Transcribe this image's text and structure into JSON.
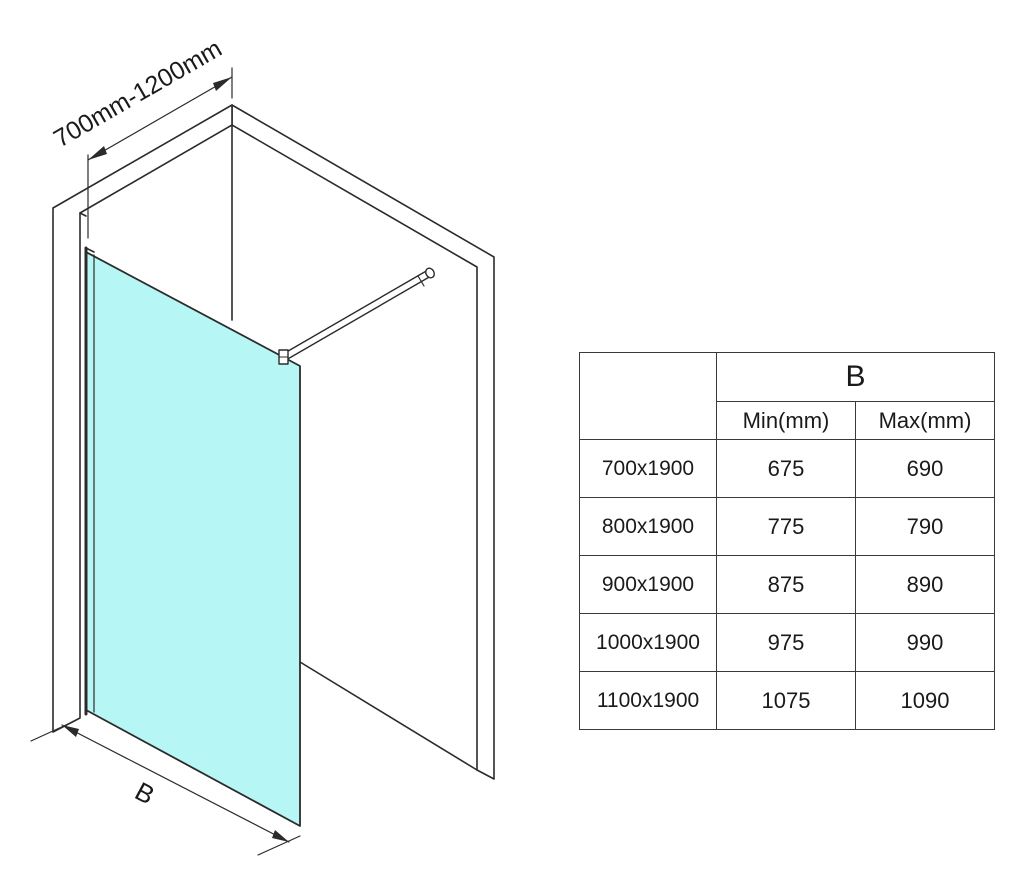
{
  "diagram": {
    "width_dimension_label": "700mm-1200mm",
    "panel_dimension_label": "B",
    "glass_color": "#b6f6f4"
  },
  "table": {
    "group_header": "B",
    "columns": [
      "Min(mm)",
      "Max(mm)"
    ],
    "rows": [
      {
        "size": "700x1900",
        "min": "675",
        "max": "690"
      },
      {
        "size": "800x1900",
        "min": "775",
        "max": "790"
      },
      {
        "size": "900x1900",
        "min": "875",
        "max": "890"
      },
      {
        "size": "1000x1900",
        "min": "975",
        "max": "990"
      },
      {
        "size": "1100x1900",
        "min": "1075",
        "max": "1090"
      }
    ]
  }
}
